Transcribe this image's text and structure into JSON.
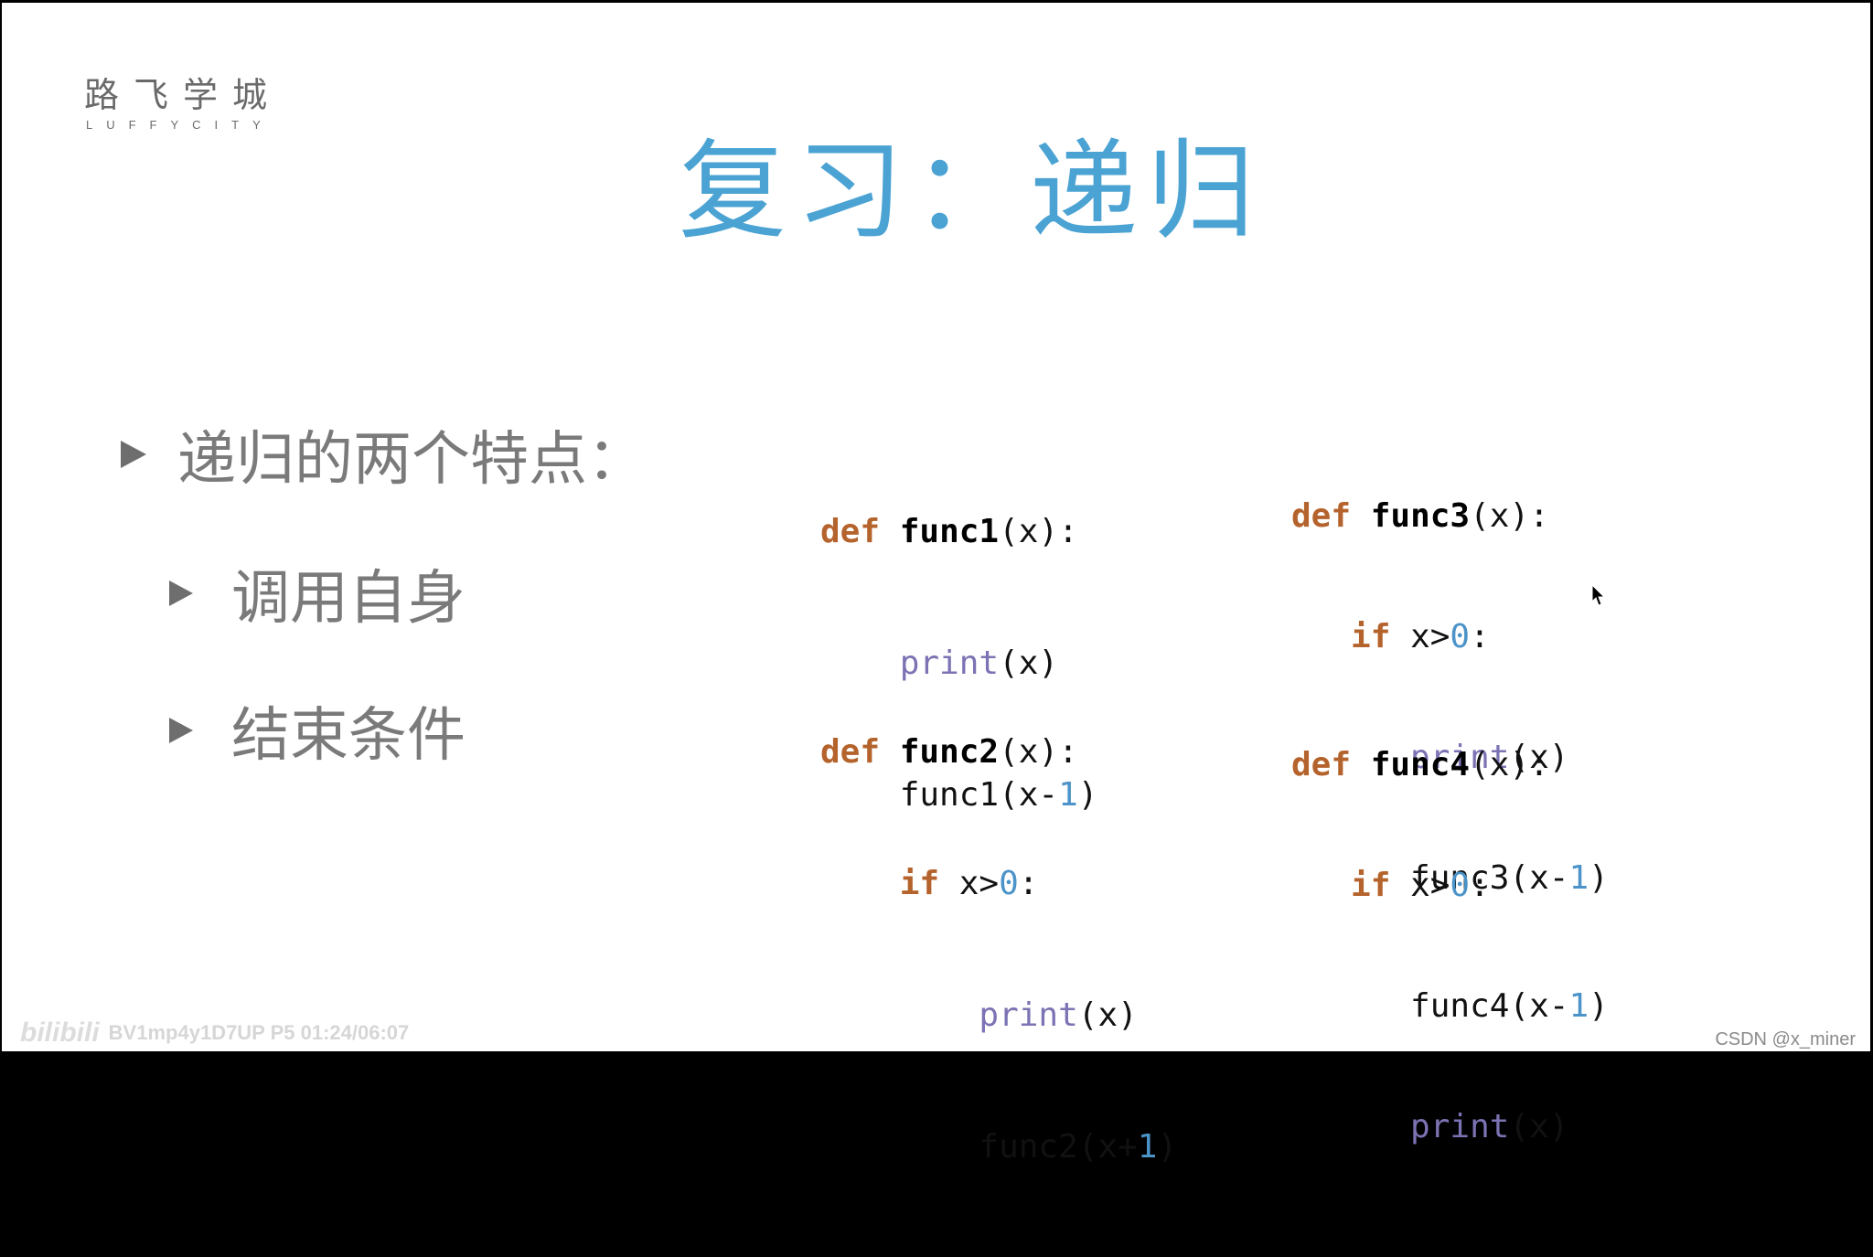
{
  "logo": {
    "cn": "路飞学城",
    "en": "LUFFYCITY"
  },
  "title": "复习：递归",
  "bullets": {
    "main": "递归的两个特点：",
    "sub1": "调用自身",
    "sub2": "结束条件"
  },
  "code": {
    "func1": {
      "l1": {
        "kw": "def",
        "name": "func1",
        "rest": "(x):"
      },
      "l2": {
        "builtin": "print",
        "rest": "(x)"
      },
      "l3": {
        "pre": "func1(x-",
        "num": "1",
        "post": ")"
      }
    },
    "func2": {
      "l1": {
        "kw": "def",
        "name": "func2",
        "rest": "(x):"
      },
      "l2": {
        "kw": "if",
        "pre": " x>",
        "num": "0",
        "post": ":"
      },
      "l3": {
        "builtin": "print",
        "rest": "(x)"
      },
      "l4": {
        "pre": "func2(x+",
        "num": "1",
        "post": ")"
      }
    },
    "func3": {
      "l1": {
        "kw": "def",
        "name": "func3",
        "rest": "(x):"
      },
      "l2": {
        "kw": "if",
        "pre": " x>",
        "num": "0",
        "post": ":"
      },
      "l3": {
        "builtin": "print",
        "rest": "(x)"
      },
      "l4": {
        "pre": "func3(x-",
        "num": "1",
        "post": ")"
      }
    },
    "func4": {
      "l1": {
        "kw": "def",
        "name": "func4",
        "rest": "(x):"
      },
      "l2": {
        "kw": "if",
        "pre": " x>",
        "num": "0",
        "post": ":"
      },
      "l3": {
        "pre": "func4(x-",
        "num": "1",
        "post": ")"
      },
      "l4": {
        "builtin": "print",
        "rest": "(x)"
      }
    }
  },
  "watermarks": {
    "bilibili": "bilibili",
    "video": "BV1mp4y1D7UP P5 01:24/06:07",
    "csdn": "CSDN @x_miner"
  },
  "colors": {
    "title": "#4ba3d3",
    "keyword": "#b5632c",
    "builtin": "#7b73b3",
    "number": "#4b93c8",
    "bullet_text": "#7a7a7a"
  }
}
